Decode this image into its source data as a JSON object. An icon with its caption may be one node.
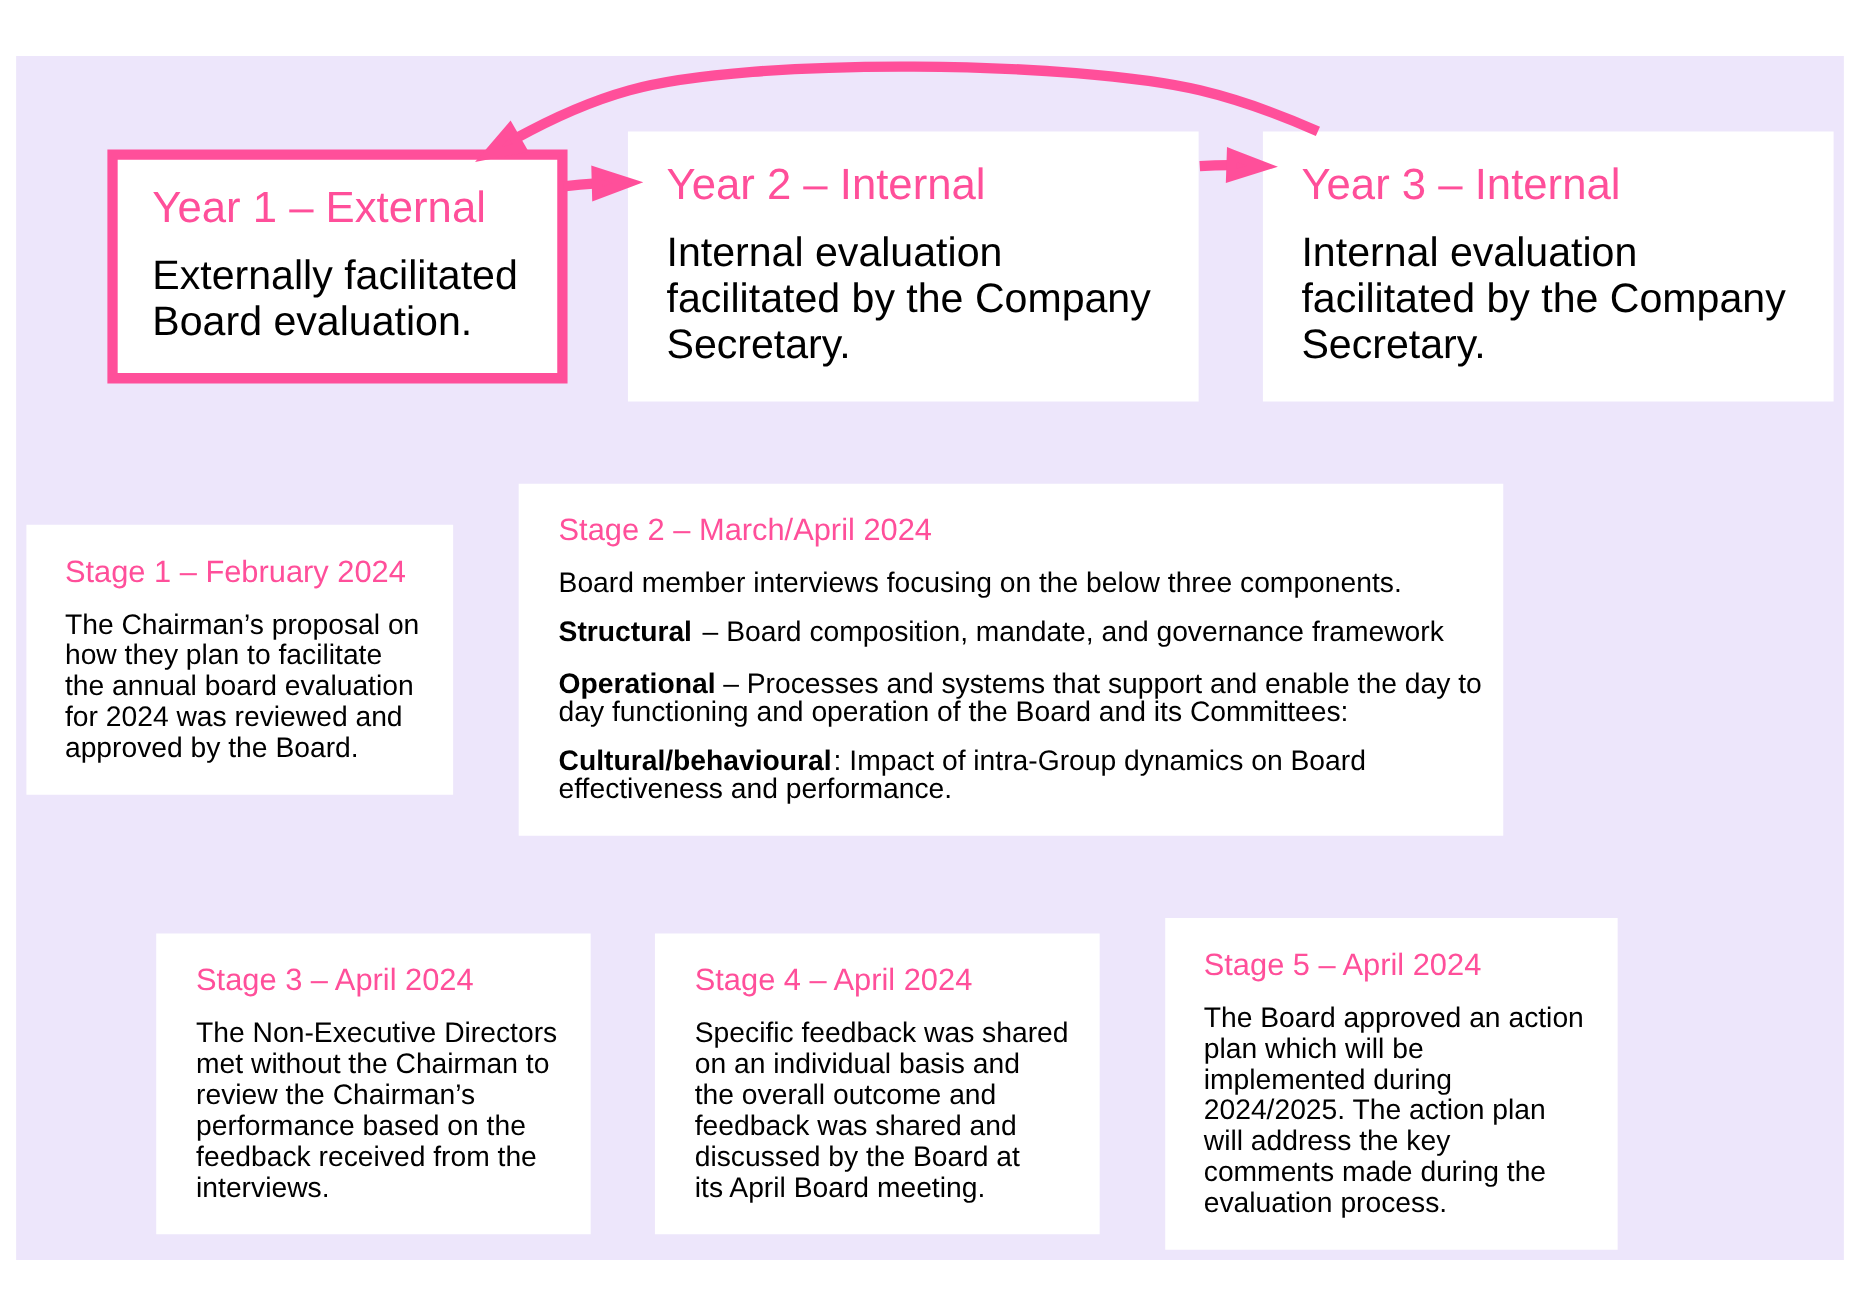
{
  "diagram": {
    "nodes": [
      {
        "text": [
          "Year 1 – External",
          "Externally facilitated Board evaluation."
        ]
      },
      {
        "text": [
          "Year 2 – Internal",
          "Internal evaluation facilitated by the Company Secretary."
        ]
      },
      {
        "text": [
          "Year 3 – Internal",
          "Internal evaluation facilitated by the Company Secretary."
        ]
      },
      {
        "text": [
          "Stage 1 – February 2024",
          "The Chairman’s proposal on how they plan to facilitate the annual board evaluation for 2024 was reviewed and approved by the Board."
        ]
      },
      {
        "text": [
          "Stage 2 – March/April 2024",
          "Board member interviews focusing on the below three components.",
          "**Structural** – Board composition, mandate, and governance framework",
          "**Operational** – Processes and systems that support and enable the day to day functioning and operation of the Board and its Committees:",
          "**Cultural/behavioural**: Impact of intra-Group dynamics on Board effectiveness and performance."
        ]
      },
      {
        "text": [
          "Stage 3 – April 2024",
          "The Non-Executive Directors met without the Chairman to review the Chairman’s performance based on the feedback received from the interviews."
        ]
      },
      {
        "text": [
          "Stage 4 – April 2024",
          "Specific feedback was shared on an individual basis and the overall outcome and feedback was shared and discussed by the Board at its April Board meeting."
        ]
      },
      {
        "text": [
          "Stage 5 – April 2024",
          "The Board approved an action plan which will be implemented during 2024/2025. The action plan will address the key comments made during the evaluation process."
        ]
      }
    ],
    "edges": [
      {
        "from": 0,
        "to": 1,
        "arrow": "to"
      },
      {
        "from": 1,
        "to": 2,
        "arrow": "to"
      },
      {
        "from": 2,
        "to": 0,
        "arrow": "to"
      }
    ]
  }
}
